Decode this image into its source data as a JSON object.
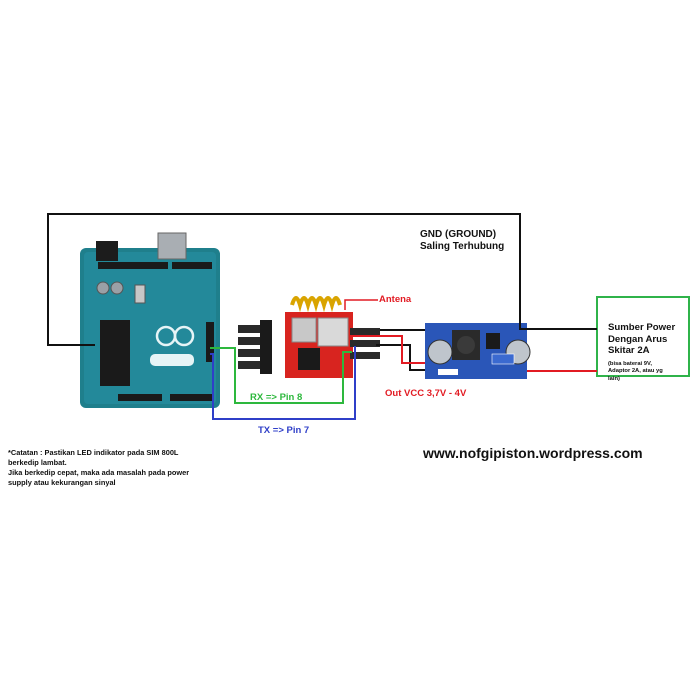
{
  "labels": {
    "gnd_title": "GND (GROUND)",
    "gnd_sub": "Saling Terhubung",
    "antena": "Antena",
    "rx": "RX => Pin 8",
    "tx": "TX => Pin 7",
    "out_vcc": "Out VCC 3,7V - 4V",
    "website": "www.nofgipiston.wordpress.com"
  },
  "power_box": {
    "title_lines": [
      "Sumber Power",
      "Dengan Arus",
      "Skitar 2A"
    ],
    "sub_lines": [
      "(bisa baterai 9V,",
      "Adaptor 2A, atau yg",
      "lain)"
    ]
  },
  "note": {
    "lines": [
      "*Catatan : Pastikan LED indikator pada SIM 800L",
      "berkedip lambat.",
      "Jika berkedip cepat, maka ada masalah pada power",
      "supply atau kekurangan sinyal"
    ]
  },
  "colors": {
    "gnd_wire": "#111111",
    "rx_wire": "#2db83d",
    "tx_wire": "#2f3fc8",
    "vcc_wire": "#e21b23",
    "antena_label": "#e21b23",
    "out_vcc_label": "#e21b23",
    "rx_label": "#2db83d",
    "tx_label": "#2f3fc8",
    "arduino_board": "#1f7f8c",
    "gsm_board": "#d8241f",
    "regulator_board": "#2a56b8",
    "power_box_border": "#2fb34a"
  },
  "icons": [
    "arduino-uno-board",
    "sim800l-gsm-module",
    "antenna-coil",
    "pin-header",
    "dc-dc-buck-converter",
    "power-source-box"
  ]
}
